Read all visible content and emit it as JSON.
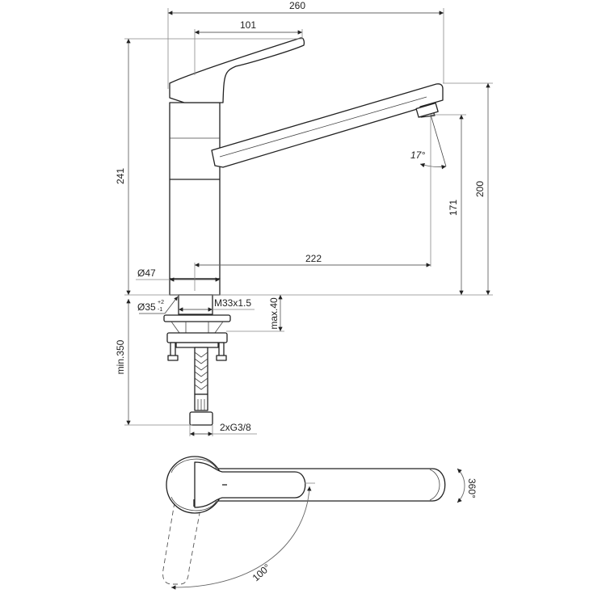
{
  "drawing": {
    "title": "Kitchen mixer faucet technical dimension drawing",
    "colors": {
      "line": "#222222",
      "dimension": "#666666",
      "background": "#ffffff"
    },
    "side_view": {
      "dimensions": {
        "overall_width": "260",
        "lever_length": "101",
        "total_height": "241",
        "spout_outlet_height": "171",
        "spout_top_height": "200",
        "spout_reach": "222",
        "outlet_angle": "17°",
        "body_diameter": "Ø47",
        "hole_diameter_base": "Ø35",
        "hole_diameter_tol_upper": "+2",
        "hole_diameter_tol_lower": "-1",
        "thread": "M33x1.5",
        "max_deck_thickness": "max.40",
        "hose_length": "min.350",
        "connections": "2xG3/8"
      }
    },
    "top_view": {
      "rotation_spout": "360°",
      "lever_rotation": "100°"
    }
  }
}
